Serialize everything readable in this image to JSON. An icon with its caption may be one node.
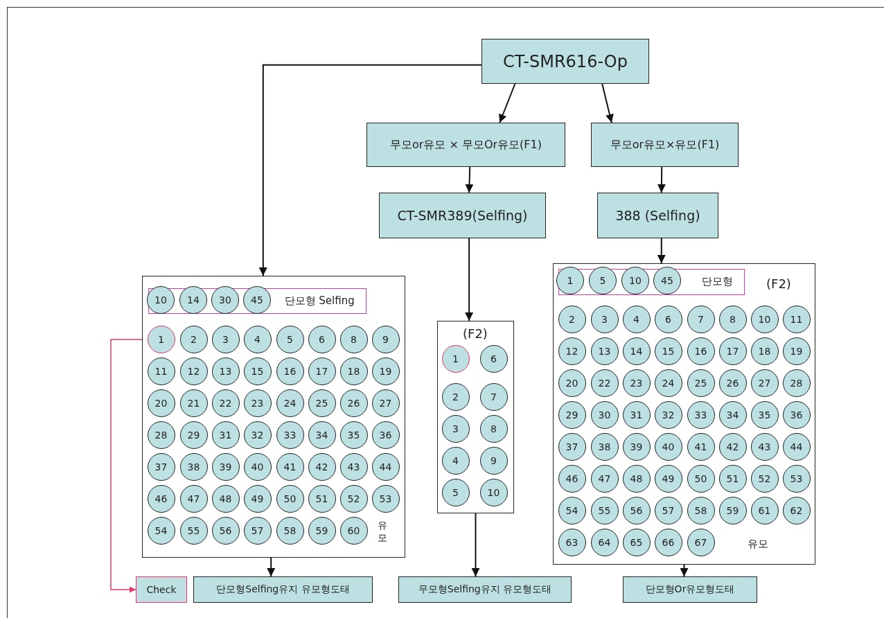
{
  "diagram": {
    "nodes": [
      {
        "text": [
          "CT-SMR616-Op"
        ]
      },
      {
        "text": [
          "무모or유모 × 무모Or유모(F1)"
        ]
      },
      {
        "text": [
          "무모or유모×유모(F1)"
        ]
      },
      {
        "text": [
          "CT-SMR389(Selfing)"
        ]
      },
      {
        "text": [
          "388 (Selfing)"
        ]
      },
      {
        "text": [
          "유모"
        ]
      },
      {
        "text": [
          "단모형 Selfing"
        ],
        "in": 5
      },
      {
        "text": [
          "10"
        ],
        "in": 6
      },
      {
        "text": [
          "14"
        ],
        "in": 6
      },
      {
        "text": [
          "30"
        ],
        "in": 6
      },
      {
        "text": [
          "45"
        ],
        "in": 6
      },
      {
        "text": [
          "1"
        ],
        "in": 5
      },
      {
        "text": [
          "2"
        ],
        "in": 5
      },
      {
        "text": [
          "3"
        ],
        "in": 5
      },
      {
        "text": [
          "4"
        ],
        "in": 5
      },
      {
        "text": [
          "5"
        ],
        "in": 5
      },
      {
        "text": [
          "6"
        ],
        "in": 5
      },
      {
        "text": [
          "8"
        ],
        "in": 5
      },
      {
        "text": [
          "9"
        ],
        "in": 5
      },
      {
        "text": [
          "11"
        ],
        "in": 5
      },
      {
        "text": [
          "12"
        ],
        "in": 5
      },
      {
        "text": [
          "13"
        ],
        "in": 5
      },
      {
        "text": [
          "15"
        ],
        "in": 5
      },
      {
        "text": [
          "16"
        ],
        "in": 5
      },
      {
        "text": [
          "17"
        ],
        "in": 5
      },
      {
        "text": [
          "18"
        ],
        "in": 5
      },
      {
        "text": [
          "19"
        ],
        "in": 5
      },
      {
        "text": [
          "20"
        ],
        "in": 5
      },
      {
        "text": [
          "21"
        ],
        "in": 5
      },
      {
        "text": [
          "22"
        ],
        "in": 5
      },
      {
        "text": [
          "23"
        ],
        "in": 5
      },
      {
        "text": [
          "24"
        ],
        "in": 5
      },
      {
        "text": [
          "25"
        ],
        "in": 5
      },
      {
        "text": [
          "26"
        ],
        "in": 5
      },
      {
        "text": [
          "27"
        ],
        "in": 5
      },
      {
        "text": [
          "28"
        ],
        "in": 5
      },
      {
        "text": [
          "29"
        ],
        "in": 5
      },
      {
        "text": [
          "31"
        ],
        "in": 5
      },
      {
        "text": [
          "32"
        ],
        "in": 5
      },
      {
        "text": [
          "33"
        ],
        "in": 5
      },
      {
        "text": [
          "34"
        ],
        "in": 5
      },
      {
        "text": [
          "35"
        ],
        "in": 5
      },
      {
        "text": [
          "36"
        ],
        "in": 5
      },
      {
        "text": [
          "37"
        ],
        "in": 5
      },
      {
        "text": [
          "38"
        ],
        "in": 5
      },
      {
        "text": [
          "39"
        ],
        "in": 5
      },
      {
        "text": [
          "40"
        ],
        "in": 5
      },
      {
        "text": [
          "41"
        ],
        "in": 5
      },
      {
        "text": [
          "42"
        ],
        "in": 5
      },
      {
        "text": [
          "43"
        ],
        "in": 5
      },
      {
        "text": [
          "44"
        ],
        "in": 5
      },
      {
        "text": [
          "46"
        ],
        "in": 5
      },
      {
        "text": [
          "47"
        ],
        "in": 5
      },
      {
        "text": [
          "48"
        ],
        "in": 5
      },
      {
        "text": [
          "49"
        ],
        "in": 5
      },
      {
        "text": [
          "50"
        ],
        "in": 5
      },
      {
        "text": [
          "51"
        ],
        "in": 5
      },
      {
        "text": [
          "52"
        ],
        "in": 5
      },
      {
        "text": [
          "53"
        ],
        "in": 5
      },
      {
        "text": [
          "54"
        ],
        "in": 5
      },
      {
        "text": [
          "55"
        ],
        "in": 5
      },
      {
        "text": [
          "56"
        ],
        "in": 5
      },
      {
        "text": [
          "57"
        ],
        "in": 5
      },
      {
        "text": [
          "58"
        ],
        "in": 5
      },
      {
        "text": [
          "59"
        ],
        "in": 5
      },
      {
        "text": [
          "60"
        ],
        "in": 5
      },
      {
        "text": [
          "(F2)"
        ]
      },
      {
        "text": [
          "1"
        ],
        "in": 66
      },
      {
        "text": [
          "6"
        ],
        "in": 66
      },
      {
        "text": [
          "2"
        ],
        "in": 66
      },
      {
        "text": [
          "7"
        ],
        "in": 66
      },
      {
        "text": [
          "3"
        ],
        "in": 66
      },
      {
        "text": [
          "8"
        ],
        "in": 66
      },
      {
        "text": [
          "4"
        ],
        "in": 66
      },
      {
        "text": [
          "9"
        ],
        "in": 66
      },
      {
        "text": [
          "5"
        ],
        "in": 66
      },
      {
        "text": [
          "10"
        ],
        "in": 66
      },
      {
        "text": [
          "(F2)",
          "유모"
        ]
      },
      {
        "text": [
          "단모형"
        ],
        "in": 77
      },
      {
        "text": [
          "1"
        ],
        "in": 78
      },
      {
        "text": [
          "5"
        ],
        "in": 78
      },
      {
        "text": [
          "10"
        ],
        "in": 78
      },
      {
        "text": [
          "45"
        ],
        "in": 78
      },
      {
        "text": [
          "2"
        ],
        "in": 77
      },
      {
        "text": [
          "3"
        ],
        "in": 77
      },
      {
        "text": [
          "4"
        ],
        "in": 77
      },
      {
        "text": [
          "6"
        ],
        "in": 77
      },
      {
        "text": [
          "7"
        ],
        "in": 77
      },
      {
        "text": [
          "8"
        ],
        "in": 77
      },
      {
        "text": [
          "10"
        ],
        "in": 77
      },
      {
        "text": [
          "11"
        ],
        "in": 77
      },
      {
        "text": [
          "12"
        ],
        "in": 77
      },
      {
        "text": [
          "13"
        ],
        "in": 77
      },
      {
        "text": [
          "14"
        ],
        "in": 77
      },
      {
        "text": [
          "15"
        ],
        "in": 77
      },
      {
        "text": [
          "16"
        ],
        "in": 77
      },
      {
        "text": [
          "17"
        ],
        "in": 77
      },
      {
        "text": [
          "18"
        ],
        "in": 77
      },
      {
        "text": [
          "19"
        ],
        "in": 77
      },
      {
        "text": [
          "20"
        ],
        "in": 77
      },
      {
        "text": [
          "22"
        ],
        "in": 77
      },
      {
        "text": [
          "23"
        ],
        "in": 77
      },
      {
        "text": [
          "24"
        ],
        "in": 77
      },
      {
        "text": [
          "25"
        ],
        "in": 77
      },
      {
        "text": [
          "26"
        ],
        "in": 77
      },
      {
        "text": [
          "27"
        ],
        "in": 77
      },
      {
        "text": [
          "28"
        ],
        "in": 77
      },
      {
        "text": [
          "29"
        ],
        "in": 77
      },
      {
        "text": [
          "30"
        ],
        "in": 77
      },
      {
        "text": [
          "31"
        ],
        "in": 77
      },
      {
        "text": [
          "32"
        ],
        "in": 77
      },
      {
        "text": [
          "33"
        ],
        "in": 77
      },
      {
        "text": [
          "34"
        ],
        "in": 77
      },
      {
        "text": [
          "35"
        ],
        "in": 77
      },
      {
        "text": [
          "36"
        ],
        "in": 77
      },
      {
        "text": [
          "37"
        ],
        "in": 77
      },
      {
        "text": [
          "38"
        ],
        "in": 77
      },
      {
        "text": [
          "39"
        ],
        "in": 77
      },
      {
        "text": [
          "40"
        ],
        "in": 77
      },
      {
        "text": [
          "41"
        ],
        "in": 77
      },
      {
        "text": [
          "42"
        ],
        "in": 77
      },
      {
        "text": [
          "43"
        ],
        "in": 77
      },
      {
        "text": [
          "44"
        ],
        "in": 77
      },
      {
        "text": [
          "46"
        ],
        "in": 77
      },
      {
        "text": [
          "47"
        ],
        "in": 77
      },
      {
        "text": [
          "48"
        ],
        "in": 77
      },
      {
        "text": [
          "49"
        ],
        "in": 77
      },
      {
        "text": [
          "50"
        ],
        "in": 77
      },
      {
        "text": [
          "51"
        ],
        "in": 77
      },
      {
        "text": [
          "52"
        ],
        "in": 77
      },
      {
        "text": [
          "53"
        ],
        "in": 77
      },
      {
        "text": [
          "54"
        ],
        "in": 77
      },
      {
        "text": [
          "55"
        ],
        "in": 77
      },
      {
        "text": [
          "56"
        ],
        "in": 77
      },
      {
        "text": [
          "57"
        ],
        "in": 77
      },
      {
        "text": [
          "58"
        ],
        "in": 77
      },
      {
        "text": [
          "59"
        ],
        "in": 77
      },
      {
        "text": [
          "61"
        ],
        "in": 77
      },
      {
        "text": [
          "62"
        ],
        "in": 77
      },
      {
        "text": [
          "63"
        ],
        "in": 77
      },
      {
        "text": [
          "64"
        ],
        "in": 77
      },
      {
        "text": [
          "65"
        ],
        "in": 77
      },
      {
        "text": [
          "66"
        ],
        "in": 77
      },
      {
        "text": [
          "67"
        ],
        "in": 77
      },
      {
        "text": [
          "Check"
        ]
      },
      {
        "text": [
          "단모형Selfing유지 유모형도태"
        ]
      },
      {
        "text": [
          "무모형Selfing유지 유모형도태"
        ]
      },
      {
        "text": [
          "단모형Or유모형도태"
        ]
      }
    ],
    "edges": [
      {
        "from": 0,
        "to": 5,
        "arrow": "to"
      },
      {
        "from": 0,
        "to": 1,
        "arrow": "to"
      },
      {
        "from": 0,
        "to": 2,
        "arrow": "to"
      },
      {
        "from": 1,
        "to": 3,
        "arrow": "to"
      },
      {
        "from": 2,
        "to": 4,
        "arrow": "to"
      },
      {
        "from": 3,
        "to": 66,
        "arrow": "to"
      },
      {
        "from": 4,
        "to": 77,
        "arrow": "to"
      },
      {
        "from": 5,
        "to": 145,
        "arrow": "to"
      },
      {
        "from": 66,
        "to": 146,
        "arrow": "to"
      },
      {
        "from": 77,
        "to": 147,
        "arrow": "to"
      },
      {
        "from": 11,
        "to": 144,
        "arrow": "to",
        "color": "#e8336e"
      }
    ]
  }
}
